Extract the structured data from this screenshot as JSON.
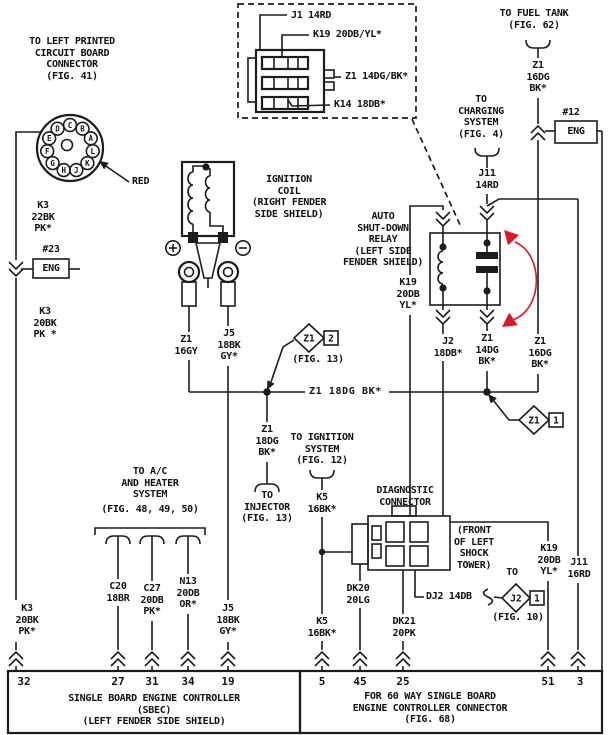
{
  "colors": {
    "line": "#1c1c1c",
    "arrow_red": "#d9182a",
    "background": "#ffffff"
  },
  "connector_letters": [
    "C",
    "B",
    "A",
    "L",
    "K",
    "J",
    "H",
    "G",
    "F",
    "E",
    "D"
  ],
  "labels": {
    "left_conn_title": "TO LEFT PRINTED\nCIRCUIT BOARD\nCONNECTOR\n(FIG. 41)",
    "red_note": "RED",
    "k3_22bk": "K3\n22BK\nPK*",
    "eng23_id": "#23",
    "eng23": "ENG",
    "k3_20bk_mid": "K3\n20BK\nPK *",
    "coil_title": "IGNITION\nCOIL\n(RIGHT FENDER\nSIDE SHIELD)",
    "z1_16gy": "Z1\n16GY",
    "j5_18bk_up": "J5\n18BK\nGY*",
    "j1_14rd": "J1 14RD",
    "k19_slash": "K19 20DB/YL*",
    "z1_slash": "Z1 14DG/BK*",
    "k14_18db": "K14 18DB*",
    "fuel_title": "TO FUEL TANK\n(FIG. 62)",
    "z1_16dg_up": "Z1\n16DG\nBK*",
    "eng12_id": "#12",
    "eng12": "ENG",
    "charging_title": "TO\nCHARGING\nSYSTEM\n(FIG. 4)",
    "j11_14rd": "J11\n14RD",
    "relay_title": "AUTO\nSHUT-DOWN\nRELAY\n(LEFT SIDE\nFENDER SHIELD)",
    "k19_mid": "K19\n20DB\nYL*",
    "j2_18db": "J2\n18DB*",
    "z1_14dg": "Z1\n14DG\nBK*",
    "z1_16dg_low": "Z1\n16DG\nBK*",
    "z1_bus": "Z1 18DG BK*",
    "dia_z1_2": "Z1",
    "dia_z1_2_n": "2",
    "fig13_splice": "(FIG. 13)",
    "dia_z1_1": "Z1",
    "dia_z1_1_n": "1",
    "z1_18dg": "Z1\n18DG\nBK*",
    "injector_title": "TO\nINJECTOR\n(FIG. 13)",
    "ignition_title": "TO IGNITION\nSYSTEM\n(FIG. 12)",
    "k5_up": "K5\n16BK*",
    "k5_low": "K5\n16BK*",
    "diag_title": "DIAGNOSTIC\nCONNECTOR",
    "shock_note": "(FRONT\nOF LEFT\nSHOCK\nTOWER)",
    "dj2_14db": "DJ2 14DB",
    "to_word": "TO",
    "dia_j2": "J2",
    "dia_j2_n": "1",
    "fig10": "(FIG. 10)",
    "k19_low": "K19\n20DB\nYL*",
    "j11_16rd": "J11\n16RD",
    "ac_title": "TO A/C\nAND HEATER\nSYSTEM",
    "ac_fig": "(FIG. 48, 49, 50)",
    "c20": "C20\n18BR",
    "c27": "C27\n20DB\nPK*",
    "n13": "N13\n20DB\nOR*",
    "j5_18bk_low": "J5\n18BK\nGY*",
    "k3_20bk_low": "K3\n20BK\nPK*",
    "dk20": "DK20\n20LG",
    "dk21": "DK21\n20PK",
    "sbec_text": "SINGLE BOARD ENGINE CONTROLLER\n(SBEC)\n(LEFT FENDER SIDE SHIELD)",
    "c60_text": "FOR 60 WAY SINGLE BOARD\nENGINE CONTROLLER CONNECTOR\n(FIG. 68)"
  },
  "pins": {
    "p32": "32",
    "p27": "27",
    "p31": "31",
    "p34": "34",
    "p19": "19",
    "p5": "5",
    "p45": "45",
    "p25": "25",
    "p51": "51",
    "p3": "3"
  }
}
